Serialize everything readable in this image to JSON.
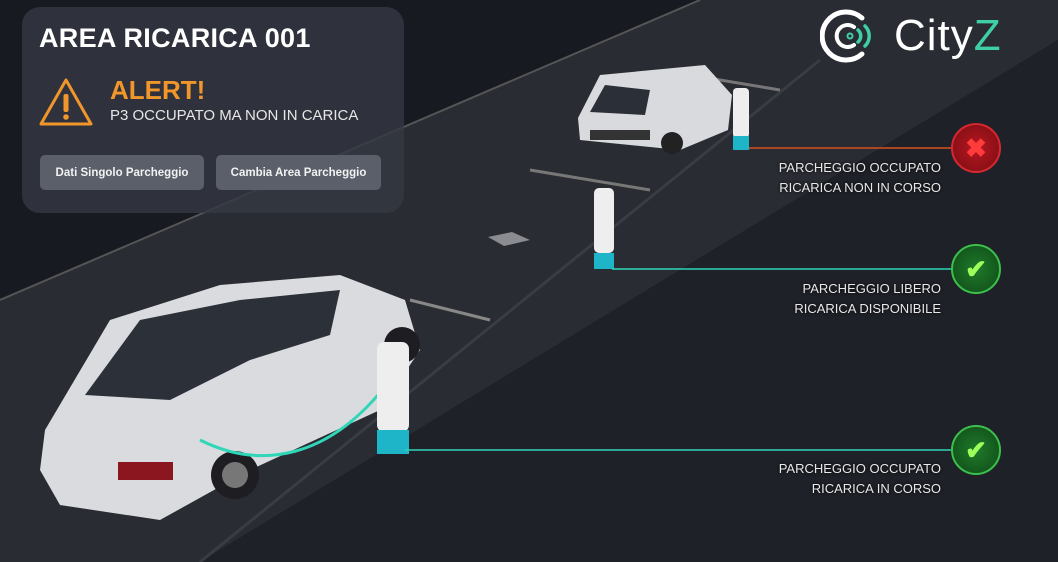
{
  "panel": {
    "title": "AREA RICARICA 001",
    "alert_title": "ALERT!",
    "alert_message": "P3 OCCUPATO MA NON IN CARICA",
    "buttons": [
      "Dati Singolo Parcheggio",
      "Cambia Area Parcheggio"
    ]
  },
  "logo": {
    "text_main": "City",
    "text_accent": "Z"
  },
  "statuses": [
    {
      "line1": "PARCHEGGIO OCCUPATO",
      "line2": "RICARICA NON IN CORSO",
      "state": "error",
      "icon": "x-icon",
      "color": "#d42a2f"
    },
    {
      "line1": "PARCHEGGIO LIBERO",
      "line2": "RICARICA DISPONIBILE",
      "state": "ok",
      "icon": "check-icon",
      "color": "#3cbf4c"
    },
    {
      "line1": "PARCHEGGIO OCCUPATO",
      "line2": "RICARICA IN CORSO",
      "state": "ok",
      "icon": "check-icon",
      "color": "#3cbf4c"
    }
  ],
  "colors": {
    "alert": "#f0962a",
    "accent": "#3ecfa6"
  }
}
